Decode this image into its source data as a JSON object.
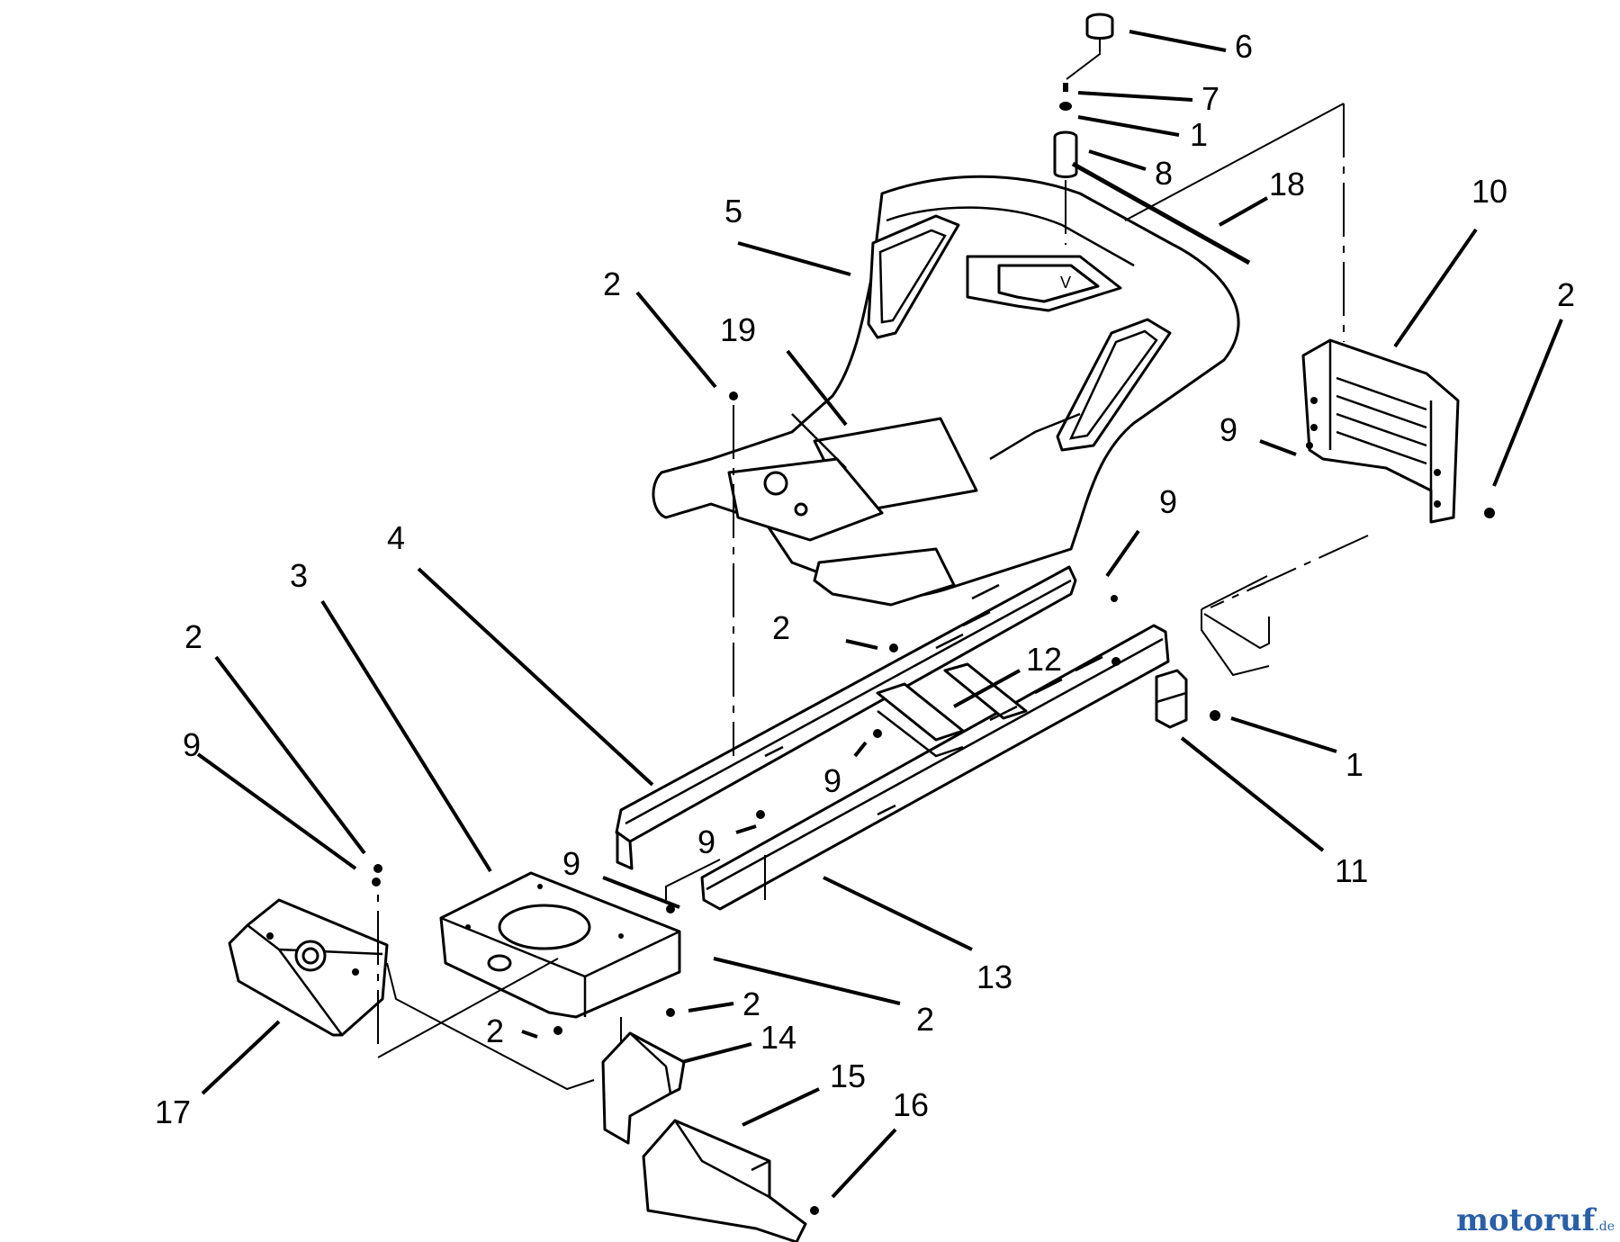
{
  "callouts": [
    {
      "id": "c6",
      "text": "6"
    },
    {
      "id": "c7",
      "text": "7"
    },
    {
      "id": "c1a",
      "text": "1"
    },
    {
      "id": "c8",
      "text": "8"
    },
    {
      "id": "c18",
      "text": "18"
    },
    {
      "id": "c10",
      "text": "10"
    },
    {
      "id": "c5",
      "text": "5"
    },
    {
      "id": "c2a",
      "text": "2"
    },
    {
      "id": "c19",
      "text": "19"
    },
    {
      "id": "c2b",
      "text": "2"
    },
    {
      "id": "c9a",
      "text": "9"
    },
    {
      "id": "c9b",
      "text": "9"
    },
    {
      "id": "c4",
      "text": "4"
    },
    {
      "id": "c3",
      "text": "3"
    },
    {
      "id": "c2c",
      "text": "2"
    },
    {
      "id": "c12",
      "text": "12"
    },
    {
      "id": "c2d",
      "text": "2"
    },
    {
      "id": "c1b",
      "text": "1"
    },
    {
      "id": "c9c",
      "text": "9"
    },
    {
      "id": "c9d",
      "text": "9"
    },
    {
      "id": "c11",
      "text": "11"
    },
    {
      "id": "c9e",
      "text": "9"
    },
    {
      "id": "c13",
      "text": "13"
    },
    {
      "id": "c9f",
      "text": "9"
    },
    {
      "id": "c2e",
      "text": "2"
    },
    {
      "id": "c2f",
      "text": "2"
    },
    {
      "id": "c14",
      "text": "14"
    },
    {
      "id": "c15",
      "text": "15"
    },
    {
      "id": "c16",
      "text": "16"
    },
    {
      "id": "c17",
      "text": "17"
    },
    {
      "id": "c2g",
      "text": "2"
    }
  ],
  "watermark": {
    "brand": "motoruf",
    "tld": ".de"
  },
  "colors": {
    "watermark": "#2a5fa8",
    "line": "#000000",
    "background": "#ffffff"
  }
}
